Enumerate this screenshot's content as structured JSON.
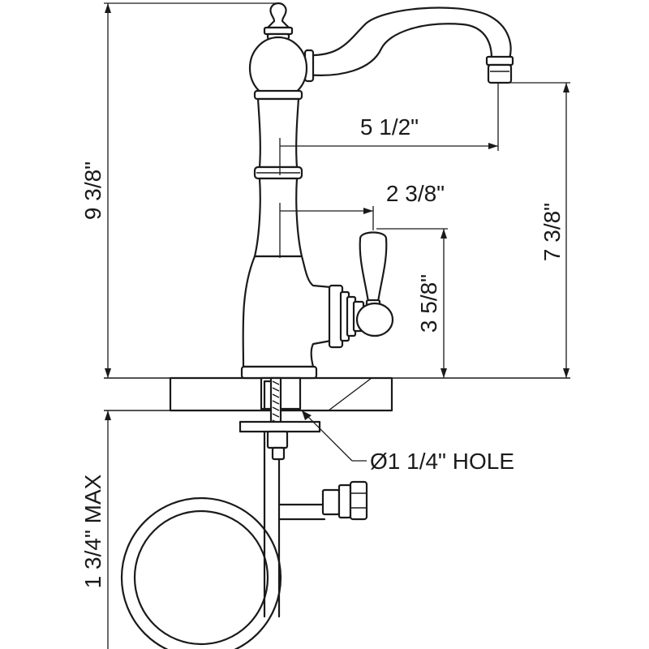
{
  "dimensions": {
    "overall_height": "9 3/8\"",
    "spout_reach": "5 1/2\"",
    "handle_reach": "2 3/8\"",
    "handle_height": "3 5/8\"",
    "spout_height": "7 3/8\"",
    "max_deck_thickness": "1 3/4\" MAX",
    "hole_diameter": "Ø1 1/4\" HOLE"
  }
}
